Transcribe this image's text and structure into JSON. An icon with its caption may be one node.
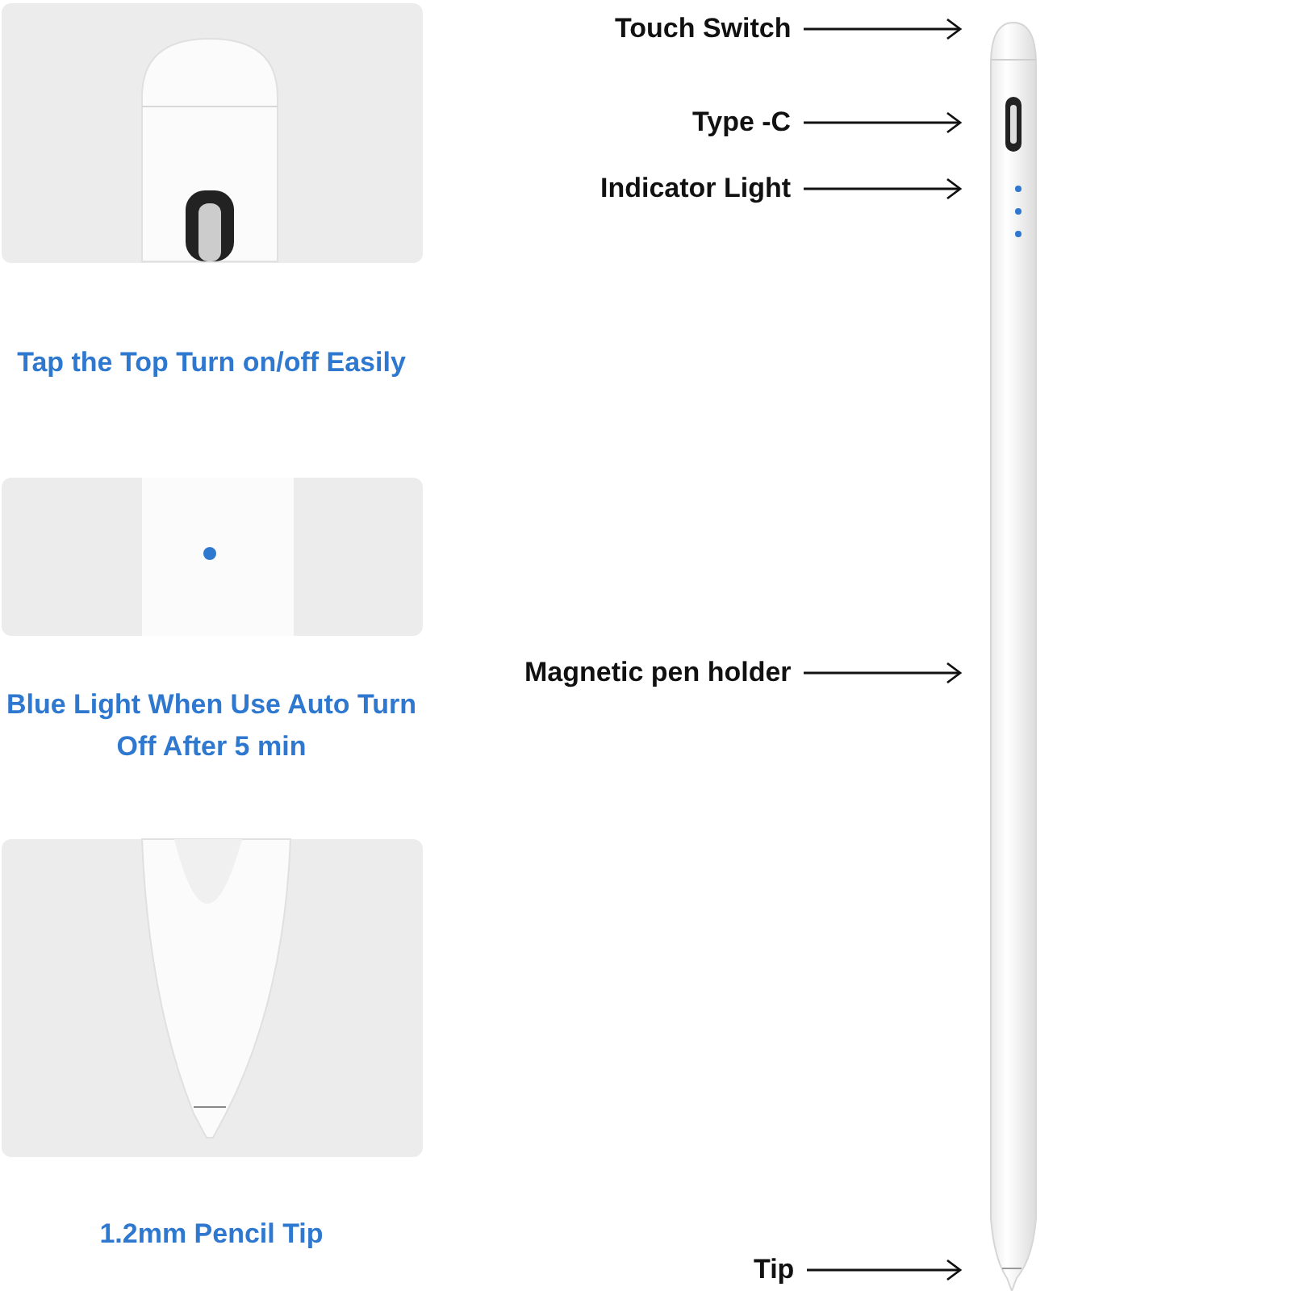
{
  "diagram": {
    "nodes": [
      {
        "text": [
          "Touch Switch"
        ]
      },
      {
        "text": [
          "Type -C"
        ]
      },
      {
        "text": [
          "Indicator Light"
        ]
      },
      {
        "text": [
          "Magnetic pen holder"
        ]
      },
      {
        "text": [
          "Tip"
        ]
      }
    ],
    "edges": [
      {
        "from": 0,
        "to": null,
        "arrow": "to"
      },
      {
        "from": 1,
        "to": null,
        "arrow": "to"
      },
      {
        "from": 2,
        "to": null,
        "arrow": "to"
      },
      {
        "from": 3,
        "to": null,
        "arrow": "to"
      },
      {
        "from": 4,
        "to": null,
        "arrow": "to"
      }
    ],
    "labels": [
      "Tap the Top Turn on/off Easily",
      "Blue Light When Use Auto Turn Off After 5 min",
      "1.2mm Pencil Tip"
    ]
  }
}
